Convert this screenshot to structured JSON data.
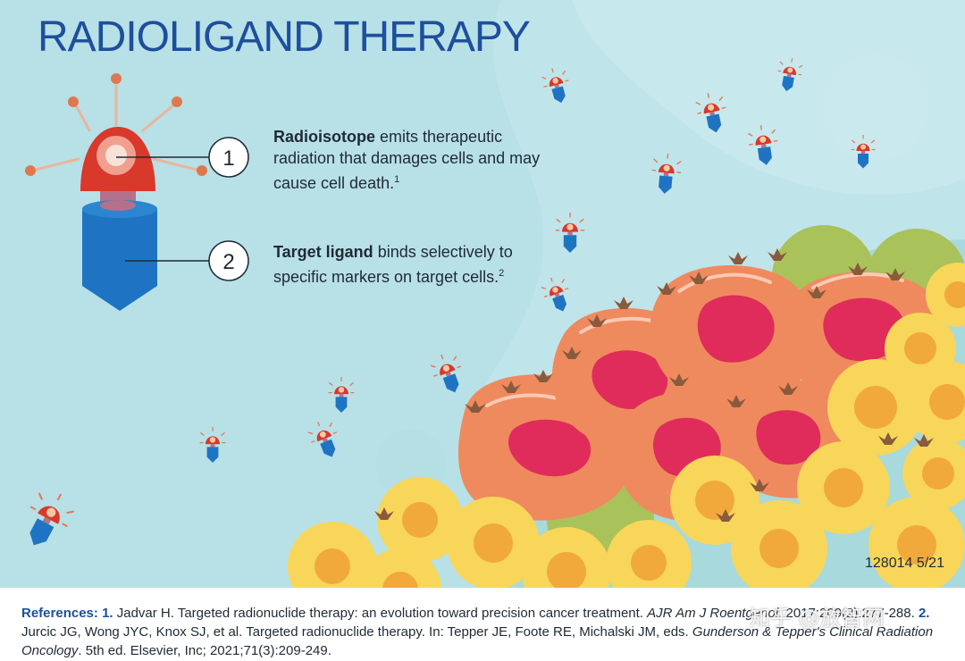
{
  "title": "RADIOLIGAND THERAPY",
  "callouts": [
    {
      "number": "1",
      "term": "Radioisotope",
      "text": " emits therapeutic radiation that damages cells and may cause cell death.",
      "ref": "1"
    },
    {
      "number": "2",
      "term": "Target ligand",
      "text": " binds selectively to specific markers on target cells.",
      "ref": "2"
    }
  ],
  "code": "128014 5/21",
  "references": {
    "label": "References:",
    "r1_num": "1.",
    "r1_text": " Jadvar H. Targeted radionuclide therapy: an evolution toward precision cancer treatment. ",
    "r1_journal": "AJR Am J Roentgenol",
    "r1_rest": ". 2017;209(2):277-288. ",
    "r2_num": "2.",
    "r2_text": " Jurcic JG, Wong JYC, Knox SJ, et al. Targeted radionuclide therapy. In: Tepper JE, Foote RE, Michalski JM, eds. ",
    "r2_book": "Gunderson & Tepper's Clinical Radiation Oncology",
    "r2_rest": ". 5th ed. Elsevier, Inc; 2021;71(3):209-249."
  },
  "watermark": "知乎 @放智网",
  "colors": {
    "background": "#bfe4ea",
    "title": "#1d4f9c",
    "isotope": "#d8392b",
    "ligand": "#1e74c2",
    "cancer_cell": "#ef8a5e",
    "cancer_nucleus": "#e02c5a",
    "healthy_cell": "#f7d65a",
    "healthy_nucleus": "#f1a93b",
    "green_cell": "#a9c25a"
  }
}
